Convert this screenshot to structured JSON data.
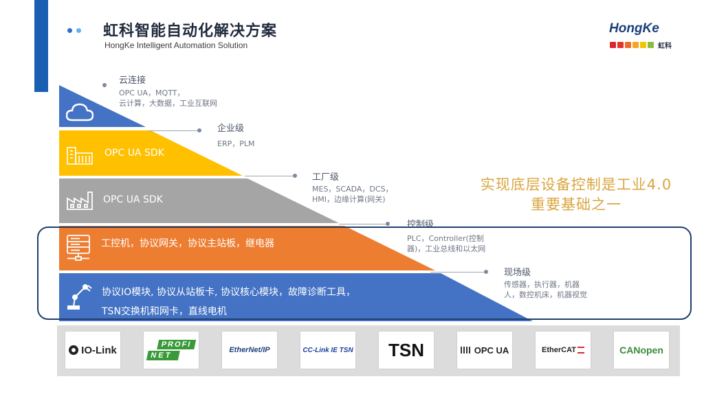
{
  "header": {
    "title": "虹科智能自动化解决方案",
    "subtitle": "HongKe Intelligent Automation  Solution",
    "brand_name": "HongKe",
    "brand_cn": "虹科",
    "brand_colors": [
      "#d9272e",
      "#e3342b",
      "#ee6b2c",
      "#f5a623",
      "#f2c500",
      "#8bbd3a"
    ]
  },
  "pyramid": {
    "bands": [
      {
        "name": "cloud",
        "text": "",
        "icon": "cloud-icon",
        "color": "#4472c4"
      },
      {
        "name": "enterprise",
        "text": "OPC UA SDK",
        "icon": "building-icon",
        "color": "#ffc000"
      },
      {
        "name": "factory",
        "text": "OPC UA SDK",
        "icon": "factory-icon",
        "color": "#a5a5a5"
      },
      {
        "name": "control",
        "text": "工控机，协议网关，协议主站板，继电器",
        "icon": "server-rack-icon",
        "color": "#ed7d31"
      },
      {
        "name": "field",
        "text_line1": "协议IO模块, 协议从站板卡, 协议核心模块，故障诊断工具，",
        "text_line2": "TSN交换机和网卡，直线电机",
        "icon": "robot-arm-icon",
        "color": "#4472c4"
      }
    ]
  },
  "levels": [
    {
      "title": "云连接",
      "desc1": "OPC UA，MQTT，",
      "desc2": "云计算，大数据，工业互联网"
    },
    {
      "title": "企业级",
      "desc1": "ERP，PLM",
      "desc2": ""
    },
    {
      "title": "工厂级",
      "desc1": "MES，SCADA，DCS，",
      "desc2": "HMI，边缘计算(网关)"
    },
    {
      "title": "控制级",
      "desc1": "PLC，Controller(控制",
      "desc2": "器)，工业总线和以太网"
    },
    {
      "title": "现场级",
      "desc1": "传感器，执行器，机器",
      "desc2": "人，数控机床，机器视觉"
    }
  ],
  "callout": {
    "line1": "实现底层设备控制是工业4.0",
    "line2": "重要基础之一",
    "color": "#d9a53f"
  },
  "logos": [
    {
      "name": "io-link-logo",
      "label": "IO-Link"
    },
    {
      "name": "profinet-logo",
      "label_top": "PROFI",
      "label_bottom": "NET"
    },
    {
      "name": "ethernet-ip-logo",
      "label": "EtherNet/IP"
    },
    {
      "name": "cc-link-ie-tsn-logo",
      "label": "CC-Link IE TSN"
    },
    {
      "name": "tsn-logo",
      "label": "TSN"
    },
    {
      "name": "opc-ua-logo",
      "label": "OPC UA"
    },
    {
      "name": "ethercat-logo",
      "label": "EtherCAT"
    },
    {
      "name": "canopen-logo",
      "label": "CANopen"
    }
  ]
}
